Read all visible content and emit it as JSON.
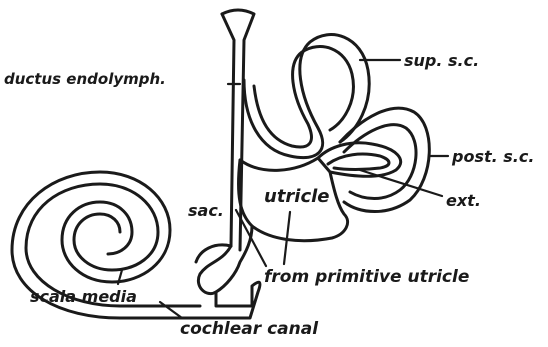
{
  "labels": {
    "ductus": "ductus endolymph.",
    "sup": "sup. s.c.",
    "post": "post. s.c.",
    "ext": "ext.",
    "sac": "sac.",
    "utricle": "utricle",
    "primitive": "from primitive utricle",
    "scala": "scala media",
    "cochlear": "cochlear canal"
  }
}
